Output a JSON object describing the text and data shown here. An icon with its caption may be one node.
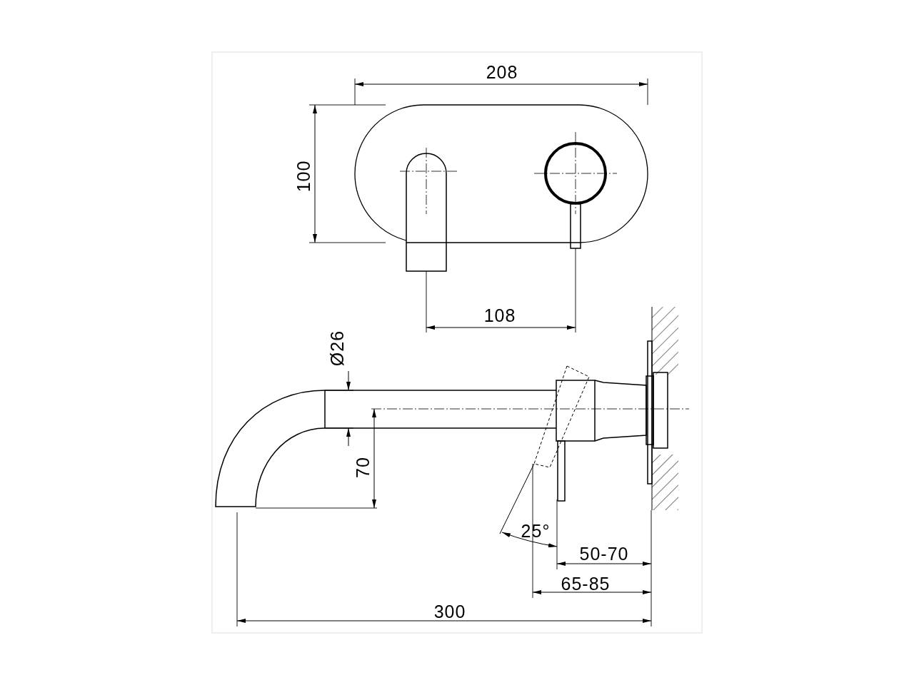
{
  "diagram": {
    "labels": [
      "208",
      "100",
      "108",
      "Ø26",
      "70",
      "25°",
      "50-70",
      "65-85",
      "300"
    ]
  }
}
